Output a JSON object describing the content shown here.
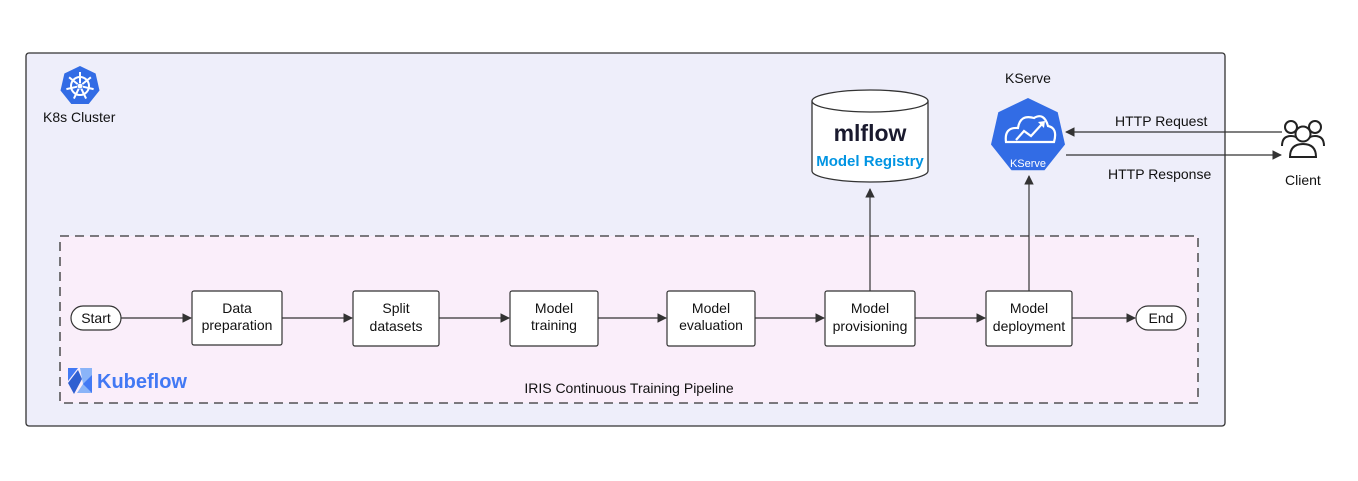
{
  "cluster": {
    "label": "K8s Cluster"
  },
  "pipeline": {
    "label": "IRIS Continuous Training Pipeline",
    "brand": "Kubeflow",
    "start": "Start",
    "end": "End",
    "steps": [
      {
        "line1": "Data",
        "line2": "preparation"
      },
      {
        "line1": "Split",
        "line2": "datasets"
      },
      {
        "line1": "Model",
        "line2": "training"
      },
      {
        "line1": "Model",
        "line2": "evaluation"
      },
      {
        "line1": "Model",
        "line2": "provisioning"
      },
      {
        "line1": "Model",
        "line2": "deployment"
      }
    ]
  },
  "registry": {
    "brand": "mlflow",
    "label": "Model Registry"
  },
  "kserve": {
    "title": "KServe",
    "badge": "KServe"
  },
  "client": {
    "label": "Client"
  },
  "edges": {
    "request": "HTTP Request",
    "response": "HTTP Response"
  },
  "colors": {
    "cluster_fill": "#eeeefa",
    "pipeline_fill": "#faeefa",
    "k8s_blue": "#326ce5",
    "mlflow_blue": "#0194e2",
    "kubeflow_blue": "#4279f4",
    "stroke": "#333333"
  }
}
